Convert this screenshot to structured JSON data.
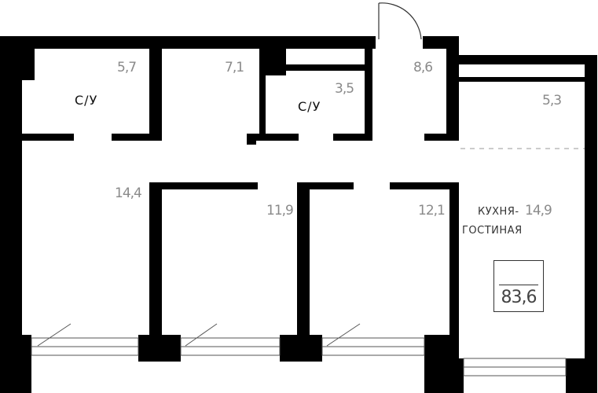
{
  "rooms": [
    {
      "area": "5,7",
      "type": "С/У"
    },
    {
      "area": "7,1"
    },
    {
      "area": "3,5",
      "type": "С/У"
    },
    {
      "area": "8,6"
    },
    {
      "area": "5,3"
    },
    {
      "area": "14,4"
    },
    {
      "area": "11,9"
    },
    {
      "area": "12,1"
    },
    {
      "area": "14,9",
      "type_line1": "КУХНЯ-",
      "type_line2": "ГОСТИНАЯ"
    }
  ],
  "total_area": "83,6",
  "colors": {
    "wall": "#000000",
    "label": "#8a8a8a",
    "window": "#555555"
  }
}
